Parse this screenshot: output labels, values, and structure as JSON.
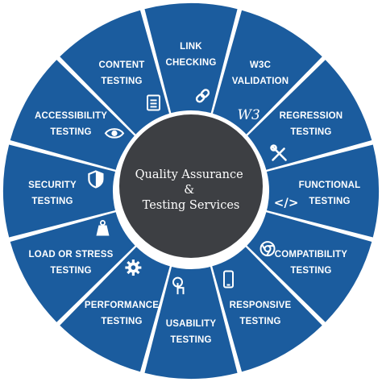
{
  "center": {
    "lines": [
      "Quality Assurance",
      "&",
      "Testing Services"
    ]
  },
  "colors": {
    "segment": "#1b5c9e",
    "border": "#ffffff",
    "center": "#3d3f43",
    "center_ring": "#ffffff",
    "text": "#ffffff"
  },
  "segments": [
    {
      "lines": [
        "LINK",
        "CHECKING"
      ],
      "icon": "link-icon"
    },
    {
      "lines": [
        "W3C",
        "VALIDATION"
      ],
      "icon": "w3c-icon"
    },
    {
      "lines": [
        "REGRESSION",
        "TESTING"
      ],
      "icon": "tools-icon"
    },
    {
      "lines": [
        "FUNCTIONAL",
        "TESTING"
      ],
      "icon": "code-icon"
    },
    {
      "lines": [
        "COMPATIBILITY",
        "TESTING"
      ],
      "icon": "chrome-icon"
    },
    {
      "lines": [
        "RESPONSIVE",
        "TESTING"
      ],
      "icon": "mobile-icon"
    },
    {
      "lines": [
        "USABILITY",
        "TESTING"
      ],
      "icon": "touch-icon"
    },
    {
      "lines": [
        "PERFORMANCE",
        "TESTING"
      ],
      "icon": "gear-icon"
    },
    {
      "lines": [
        "LOAD OR STRESS",
        "TESTING"
      ],
      "icon": "weight-icon"
    },
    {
      "lines": [
        "SECURITY",
        "TESTING"
      ],
      "icon": "shield-icon"
    },
    {
      "lines": [
        "ACCESSIBILITY",
        "TESTING"
      ],
      "icon": "eye-icon"
    },
    {
      "lines": [
        "CONTENT",
        "TESTING"
      ],
      "icon": "document-icon"
    }
  ]
}
